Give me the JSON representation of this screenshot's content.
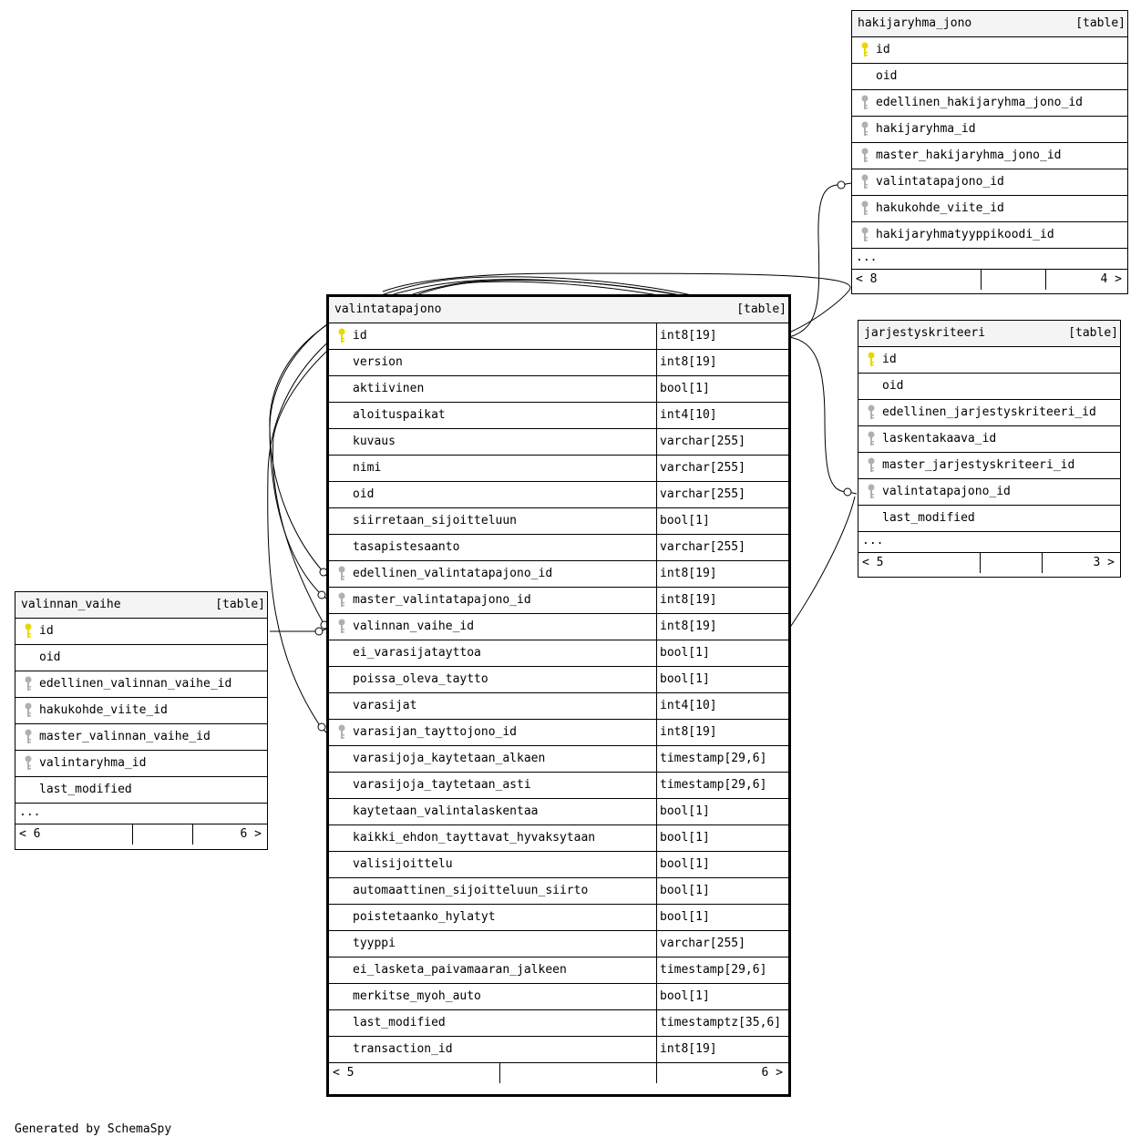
{
  "tables": {
    "hakijaryhma_jono": {
      "name": "hakijaryhma_jono",
      "tag": "[table]",
      "columns": [
        {
          "name": "id",
          "key": "primary"
        },
        {
          "name": "oid",
          "key": "none"
        },
        {
          "name": "edellinen_hakijaryhma_jono_id",
          "key": "foreign"
        },
        {
          "name": "hakijaryhma_id",
          "key": "foreign"
        },
        {
          "name": "master_hakijaryhma_jono_id",
          "key": "foreign"
        },
        {
          "name": "valintatapajono_id",
          "key": "foreign"
        },
        {
          "name": "hakukohde_viite_id",
          "key": "foreign"
        },
        {
          "name": "hakijaryhmatyyppikoodi_id",
          "key": "foreign"
        }
      ],
      "more": "...",
      "footer": {
        "left": "< 8",
        "right": "4 >"
      }
    },
    "jarjestyskriteeri": {
      "name": "jarjestyskriteeri",
      "tag": "[table]",
      "columns": [
        {
          "name": "id",
          "key": "primary"
        },
        {
          "name": "oid",
          "key": "none"
        },
        {
          "name": "edellinen_jarjestyskriteeri_id",
          "key": "foreign"
        },
        {
          "name": "laskentakaava_id",
          "key": "foreign"
        },
        {
          "name": "master_jarjestyskriteeri_id",
          "key": "foreign"
        },
        {
          "name": "valintatapajono_id",
          "key": "foreign"
        },
        {
          "name": "last_modified",
          "key": "none"
        }
      ],
      "more": "...",
      "footer": {
        "left": "< 5",
        "right": "3 >"
      }
    },
    "valinnan_vaihe": {
      "name": "valinnan_vaihe",
      "tag": "[table]",
      "columns": [
        {
          "name": "id",
          "key": "primary"
        },
        {
          "name": "oid",
          "key": "none"
        },
        {
          "name": "edellinen_valinnan_vaihe_id",
          "key": "foreign"
        },
        {
          "name": "hakukohde_viite_id",
          "key": "foreign"
        },
        {
          "name": "master_valinnan_vaihe_id",
          "key": "foreign"
        },
        {
          "name": "valintaryhma_id",
          "key": "foreign"
        },
        {
          "name": "last_modified",
          "key": "none"
        }
      ],
      "more": "...",
      "footer": {
        "left": "< 6",
        "right": "6 >"
      }
    },
    "valintatapajono": {
      "name": "valintatapajono",
      "tag": "[table]",
      "columns": [
        {
          "name": "id",
          "type": "int8[19]",
          "key": "primary"
        },
        {
          "name": "version",
          "type": "int8[19]",
          "key": "none"
        },
        {
          "name": "aktiivinen",
          "type": "bool[1]",
          "key": "none"
        },
        {
          "name": "aloituspaikat",
          "type": "int4[10]",
          "key": "none"
        },
        {
          "name": "kuvaus",
          "type": "varchar[255]",
          "key": "none"
        },
        {
          "name": "nimi",
          "type": "varchar[255]",
          "key": "none"
        },
        {
          "name": "oid",
          "type": "varchar[255]",
          "key": "none"
        },
        {
          "name": "siirretaan_sijoitteluun",
          "type": "bool[1]",
          "key": "none"
        },
        {
          "name": "tasapistesaanto",
          "type": "varchar[255]",
          "key": "none"
        },
        {
          "name": "edellinen_valintatapajono_id",
          "type": "int8[19]",
          "key": "foreign"
        },
        {
          "name": "master_valintatapajono_id",
          "type": "int8[19]",
          "key": "foreign"
        },
        {
          "name": "valinnan_vaihe_id",
          "type": "int8[19]",
          "key": "foreign"
        },
        {
          "name": "ei_varasijatayttoa",
          "type": "bool[1]",
          "key": "none"
        },
        {
          "name": "poissa_oleva_taytto",
          "type": "bool[1]",
          "key": "none"
        },
        {
          "name": "varasijat",
          "type": "int4[10]",
          "key": "none"
        },
        {
          "name": "varasijan_tayttojono_id",
          "type": "int8[19]",
          "key": "foreign"
        },
        {
          "name": "varasijoja_kaytetaan_alkaen",
          "type": "timestamp[29,6]",
          "key": "none"
        },
        {
          "name": "varasijoja_taytetaan_asti",
          "type": "timestamp[29,6]",
          "key": "none"
        },
        {
          "name": "kaytetaan_valintalaskentaa",
          "type": "bool[1]",
          "key": "none"
        },
        {
          "name": "kaikki_ehdon_tayttavat_hyvaksytaan",
          "type": "bool[1]",
          "key": "none"
        },
        {
          "name": "valisijoittelu",
          "type": "bool[1]",
          "key": "none"
        },
        {
          "name": "automaattinen_sijoitteluun_siirto",
          "type": "bool[1]",
          "key": "none"
        },
        {
          "name": "poistetaanko_hylatyt",
          "type": "bool[1]",
          "key": "none"
        },
        {
          "name": "tyyppi",
          "type": "varchar[255]",
          "key": "none"
        },
        {
          "name": "ei_lasketa_paivamaaran_jalkeen",
          "type": "timestamp[29,6]",
          "key": "none"
        },
        {
          "name": "merkitse_myoh_auto",
          "type": "bool[1]",
          "key": "none"
        },
        {
          "name": "last_modified",
          "type": "timestamptz[35,6]",
          "key": "none"
        },
        {
          "name": "transaction_id",
          "type": "int8[19]",
          "key": "none"
        }
      ],
      "footer": {
        "left": "< 5",
        "right": "6 >"
      }
    }
  },
  "colors": {
    "primary_key": "#e8d800",
    "foreign_key": "#b0b0b0",
    "header_bg": "#f4f4f4"
  },
  "credit": "Generated by SchemaSpy"
}
